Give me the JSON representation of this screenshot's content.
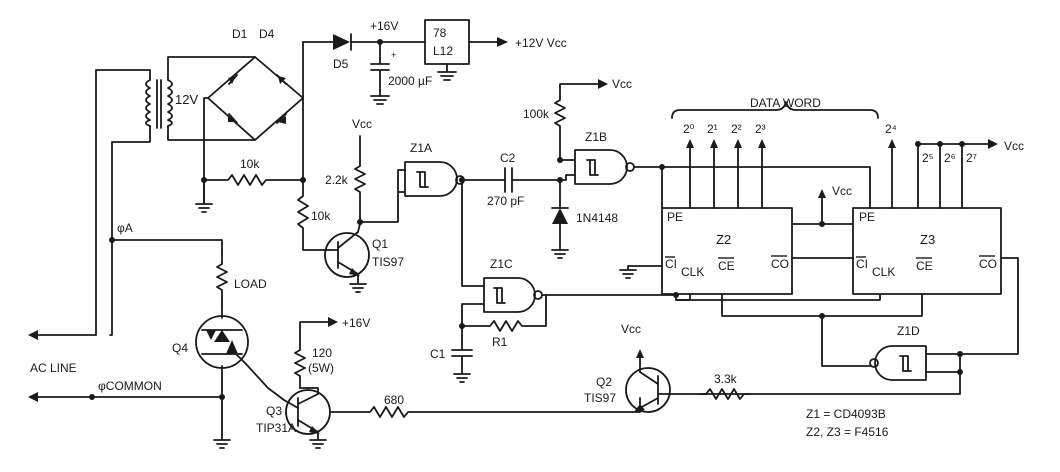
{
  "labels": {
    "d1": "D1",
    "d4": "D4",
    "d5": "D5",
    "v16_top": "+16V",
    "reg_line1": "78",
    "reg_line2": "L12",
    "v12": "+12V Vcc",
    "cap_2000": "2000 µF",
    "xfmr_12v": "12V",
    "r10k_h": "10k",
    "r10k_v": "10k",
    "vcc_q1": "Vcc",
    "r22k": "2.2k",
    "q1": "Q1",
    "tis97_q1": "TIS97",
    "z1a": "Z1A",
    "c2": "C2",
    "c270": "270 pF",
    "r100k": "100k",
    "vcc_100k": "Vcc",
    "z1b": "Z1B",
    "d1n4148": "1N4148",
    "data_word": "DATA WORD",
    "b0": "2⁰",
    "b1": "2¹",
    "b2": "2²",
    "b3": "2³",
    "b4": "2⁴",
    "b5": "2⁵",
    "b6": "2⁶",
    "b7": "2⁷",
    "vcc_z3": "Vcc",
    "vcc_z2": "Vcc",
    "z2": "Z2",
    "z3": "Z3",
    "z2_pe": "PE",
    "z2_ci": "CI",
    "z2_clk": "CLK",
    "z2_ce": "CE",
    "z2_co": "CO",
    "z3_pe": "PE",
    "z3_ci": "CI",
    "z3_clk": "CLK",
    "z3_ce": "CE",
    "z3_co": "CO",
    "phi_a": "φA",
    "load": "LOAD",
    "q4": "Q4",
    "ac_line": "AC LINE",
    "phi_common": "φCOMMON",
    "z1c": "Z1C",
    "r1": "R1",
    "c1": "C1",
    "v16_q3": "+16V",
    "r120": "120",
    "r120w": "(5W)",
    "q3": "Q3",
    "tip31a": "TIP31A",
    "r680": "680",
    "vcc_q2": "Vcc",
    "q2": "Q2",
    "tis97_q2": "TIS97",
    "r33k": "3.3k",
    "z1d": "Z1D",
    "note1": "Z1 = CD4093B",
    "note2": "Z2, Z3 = F4516"
  }
}
